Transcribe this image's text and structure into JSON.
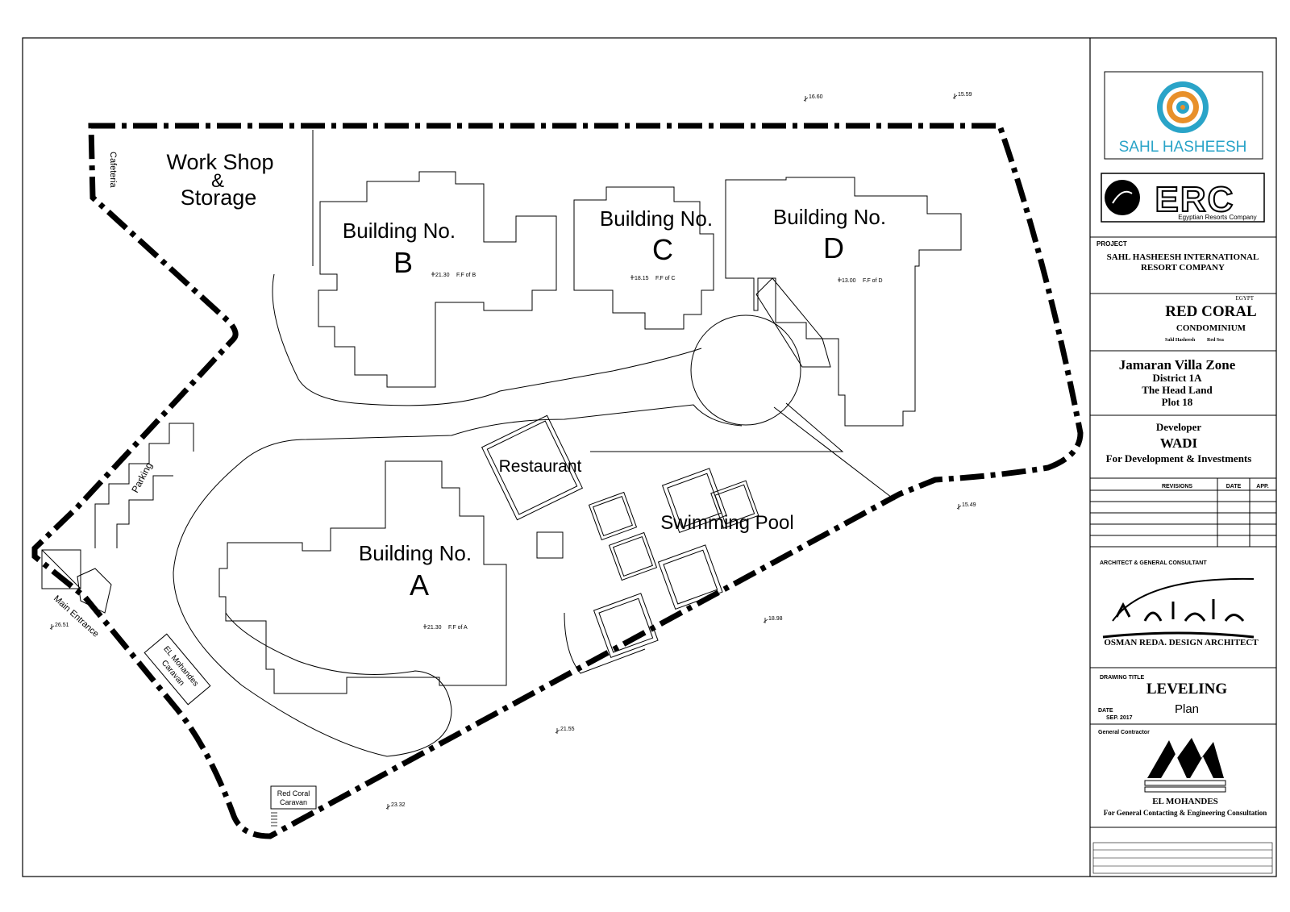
{
  "plan": {
    "labels": {
      "workshop_1": "Work Shop",
      "workshop_2": "&",
      "workshop_3": "Storage",
      "cafeteria": "Cafeteria",
      "building_b_1": "Building No.",
      "building_b_2": "B",
      "building_c_1": "Building No.",
      "building_c_2": "C",
      "building_d_1": "Building No.",
      "building_d_2": "D",
      "building_a_1": "Building No.",
      "building_a_2": "A",
      "restaurant": "Restaurant",
      "swimming_pool": "Swimming Pool",
      "parking": "Parking",
      "main_entrance": "Main Entrance",
      "el_mohandes_caravan_1": "EL Mohandes",
      "el_mohandes_caravan_2": "Caravan",
      "red_coral_caravan_1": "Red Coral",
      "red_coral_caravan_2": "Caravan"
    },
    "floor_levels": {
      "b": "21.30",
      "b_tag": "F.F of B",
      "c": "18.15",
      "c_tag": "F.F of C",
      "d": "13.00",
      "d_tag": "F.F of D",
      "a": "21.30",
      "a_tag": "F.F of A"
    },
    "spot_levels": [
      "16.60",
      "15.59",
      "15.49",
      "18.98",
      "21.55",
      "23.32",
      "26.51"
    ]
  },
  "title_block": {
    "client_logo_text": "SAHL HASHEESH",
    "erc_logo_text": "ERC",
    "erc_subtitle": "Egyptian Resorts Company",
    "project_label": "PROJECT",
    "project_line1": "SAHL HASHEESH INTERNATIONAL",
    "project_line2": "RESORT COMPANY",
    "country": "EGYPT",
    "name_line1": "RED CORAL",
    "name_line2": "CONDOMINIUM",
    "location_line1": "Sahl Hasheesh",
    "location_line2": "Red Sea",
    "zone_line1": "Jamaran Villa Zone",
    "zone_line2": "District 1A",
    "zone_line3": "The Head Land",
    "zone_line4": "Plot 18",
    "developer_label": "Developer",
    "developer_name": "WADI",
    "developer_sub": "For Development & Investments",
    "revisions_header": "REVISIONS",
    "date_header": "DATE",
    "app_header": "APP.",
    "architect_label": "ARCHITECT & GENERAL CONSULTANT",
    "architect_name": "OSMAN REDA. DESIGN ARCHITECT",
    "drawing_title_label": "DRAWING TITLE",
    "drawing_title_1": "LEVELING",
    "drawing_title_2": "Plan",
    "date_label": "DATE",
    "date_value": "SEP. 2017",
    "contractor_label": "General Contractor",
    "contractor_name": "EL MOHANDES",
    "contractor_sub": "For General Contacting & Engineering Consultation"
  },
  "colors": {
    "sahl_blue": "#2aa4c8",
    "logo_orange": "#e8902a",
    "line": "#000000"
  }
}
